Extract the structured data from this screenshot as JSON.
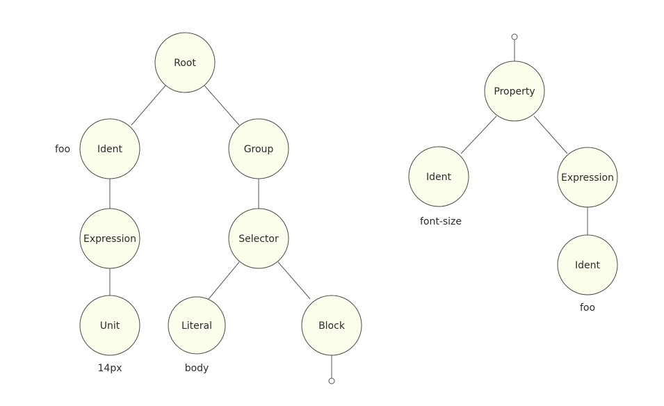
{
  "nodes": {
    "root": "Root",
    "ident_left": "Ident",
    "group": "Group",
    "expression_left": "Expression",
    "selector": "Selector",
    "unit": "Unit",
    "literal": "Literal",
    "block": "Block",
    "property": "Property",
    "ident_fontsize": "Ident",
    "expression_right": "Expression",
    "ident_right": "Ident"
  },
  "annotations": {
    "ident_left": "foo",
    "unit": "14px",
    "literal": "body",
    "ident_fontsize": "font-size",
    "ident_right": "foo"
  },
  "colors": {
    "node_fill": "#fdfdec",
    "node_stroke": "#4a4a4a",
    "edge": "#555555"
  }
}
